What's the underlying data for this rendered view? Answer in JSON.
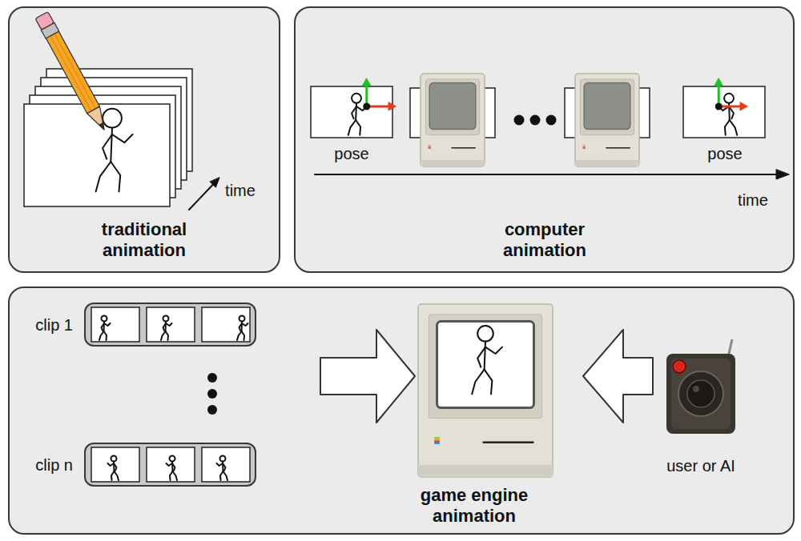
{
  "diagram": {
    "nodes": [
      {
        "text": [
          "traditional animation"
        ]
      },
      {
        "text": [
          "computer animation"
        ]
      },
      {
        "text": [
          "game engine animation"
        ]
      },
      {
        "text": [
          "clip 1"
        ],
        "in": 2
      },
      {
        "text": [
          "clip n"
        ],
        "in": 2
      }
    ],
    "labels": [
      "pose",
      "pose",
      "time",
      "time",
      "user or AI"
    ]
  }
}
